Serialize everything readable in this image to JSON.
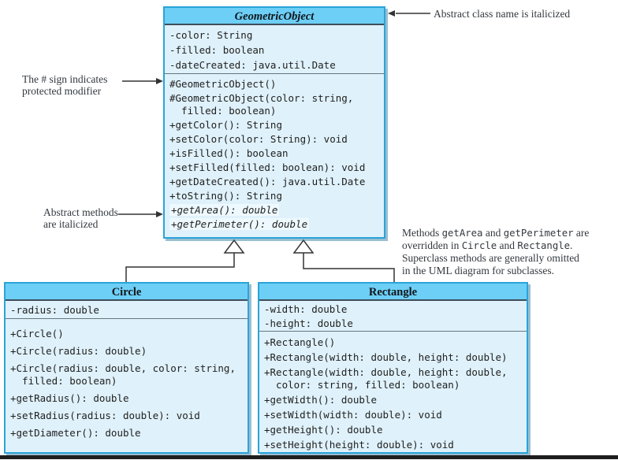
{
  "palette": {
    "header_blue": "#6DCFF6",
    "body_blue": "#DFF1FA",
    "border_blue": "#2AA4D9",
    "abstract_highlight": "#EEF9FF",
    "divider_gray": "#66767F",
    "member_text": "#1F1F1F",
    "annotation_text": "#33393F"
  },
  "classes": {
    "geometric_object": {
      "title": "GeometricObject",
      "fields": [
        "-color: String",
        "-filled: boolean",
        "-dateCreated: java.util.Date"
      ],
      "methods": [
        {
          "lines": [
            "#GeometricObject()"
          ]
        },
        {
          "lines": [
            "#GeometricObject(color: string,",
            "  filled: boolean)"
          ]
        },
        {
          "lines": [
            "+getColor(): String"
          ]
        },
        {
          "lines": [
            "+setColor(color: String): void"
          ]
        },
        {
          "lines": [
            "+isFilled(): boolean"
          ]
        },
        {
          "lines": [
            "+setFilled(filled: boolean): void"
          ]
        },
        {
          "lines": [
            "+getDateCreated(): java.util.Date"
          ]
        },
        {
          "lines": [
            "+toString(): String"
          ]
        },
        {
          "lines": [
            "+getArea(): double"
          ],
          "abstract": true
        },
        {
          "lines": [
            "+getPerimeter(): double"
          ],
          "abstract": true
        }
      ]
    },
    "circle": {
      "title": "Circle",
      "fields": [
        "-radius: double"
      ],
      "methods": [
        {
          "lines": [
            "+Circle()"
          ]
        },
        {
          "lines": [
            "+Circle(radius: double)"
          ]
        },
        {
          "lines": [
            "+Circle(radius: double, color: string,",
            "  filled: boolean)"
          ]
        },
        {
          "lines": [
            "+getRadius(): double"
          ]
        },
        {
          "lines": [
            "+setRadius(radius: double): void"
          ]
        },
        {
          "lines": [
            "+getDiameter(): double"
          ]
        }
      ]
    },
    "rectangle": {
      "title": "Rectangle",
      "fields": [
        "-width: double",
        "-height: double"
      ],
      "methods": [
        {
          "lines": [
            "+Rectangle()"
          ]
        },
        {
          "lines": [
            "+Rectangle(width: double, height: double)"
          ]
        },
        {
          "lines": [
            "+Rectangle(width: double, height: double,",
            "  color: string, filled: boolean)"
          ]
        },
        {
          "lines": [
            "+getWidth(): double"
          ]
        },
        {
          "lines": [
            "+setWidth(width: double): void"
          ]
        },
        {
          "lines": [
            "+getHeight(): double"
          ]
        },
        {
          "lines": [
            "+setHeight(height: double): void"
          ]
        }
      ]
    }
  },
  "annotations": {
    "abstract_class_note": "Abstract class name is italicized",
    "protected_note_line1": "The # sign indicates",
    "protected_note_line2": "protected modifier",
    "abstract_methods_note_line1": "Abstract methods",
    "abstract_methods_note_line2": "are italicized",
    "override_note_lines": [
      [
        {
          "t": "Methods ",
          "mono": false
        },
        {
          "t": "getArea",
          "mono": true
        },
        {
          "t": " and ",
          "mono": false
        },
        {
          "t": "getPerimeter",
          "mono": true
        },
        {
          "t": " are",
          "mono": false
        }
      ],
      [
        {
          "t": "overridden in ",
          "mono": false
        },
        {
          "t": "Circle",
          "mono": true
        },
        {
          "t": " and ",
          "mono": false
        },
        {
          "t": "Rectangle",
          "mono": true
        },
        {
          "t": ".",
          "mono": false
        }
      ],
      [
        {
          "t": "Superclass methods are generally omitted",
          "mono": false
        }
      ],
      [
        {
          "t": "in the UML diagram for subclasses.",
          "mono": false
        }
      ]
    ]
  }
}
